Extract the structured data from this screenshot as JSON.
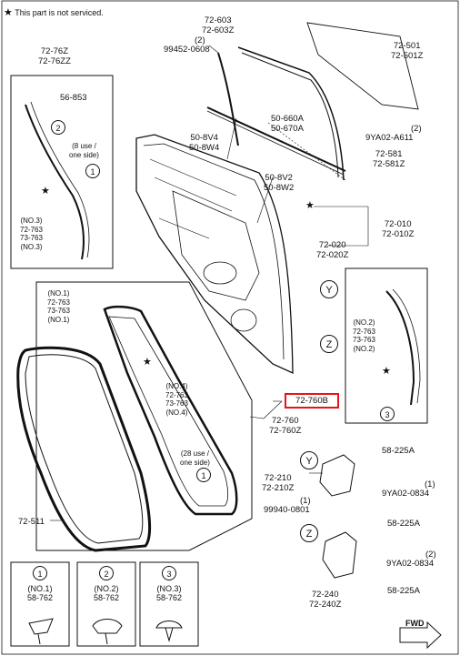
{
  "note": {
    "star": "★",
    "text": "This part is not serviced."
  },
  "top_right": {
    "l72_603": "72-603",
    "l72_603z": "72-603Z",
    "q2a": "(2)",
    "l99452": "99452-0608",
    "l72_501": "72-501",
    "l72_501z": "72-501Z",
    "l50_660a": "50-660A",
    "l50_670a": "50-670A",
    "q2b": "(2)",
    "l9ya02_a611": "9YA02-A611",
    "l72_581": "72-581",
    "l72_581z": "72-581Z",
    "l50_8v4": "50-8V4",
    "l50_8w4": "50-8W4",
    "l50_8v2": "50-8V2",
    "l50_8w2": "50-8W2",
    "l72_010": "72-010",
    "l72_010z": "72-010Z",
    "l72_020": "72-020",
    "l72_020z": "72-020Z"
  },
  "left_box": {
    "l72_76z": "72-76Z",
    "l72_76zz": "72-76ZZ",
    "l56_853": "56-853",
    "use8": "(8 use /",
    "oneside": "one side)",
    "no3a": "(NO.3)",
    "l72_763": "72-763",
    "l73_763": "73-763",
    "no3b": "(NO.3)"
  },
  "mid_box": {
    "no1a": "(NO.1)",
    "l72_763": "72-763",
    "l73_763": "73-763",
    "no1b": "(NO.1)",
    "no4a": "(NO.4)",
    "l72_763b": "72-763",
    "l73_763b": "73-763",
    "no4b": "(NO.4)",
    "use28": "(28 use /",
    "oneside": "one side)"
  },
  "right_small": {
    "no2a": "(NO.2)",
    "l72_763": "72-763",
    "l73_763": "73-763",
    "no2b": "(NO.2)"
  },
  "callout_label": "72-760B",
  "l72_760": "72-760",
  "l72_760z": "72-760Z",
  "l72_511": "72-511",
  "hinge": {
    "l58_225a_1": "58-225A",
    "l72_210": "72-210",
    "l72_210z": "72-210Z",
    "q1a": "(1)",
    "l9ya02_0834a": "9YA02-0834",
    "q1b": "(1)",
    "l99940": "99940-0801",
    "l58_225a_2": "58-225A",
    "q2": "(2)",
    "l9ya02_0834b": "9YA02-0834",
    "l58_225a_3": "58-225A",
    "l72_240": "72-240",
    "l72_240z": "72-240Z"
  },
  "circle_refs": {
    "y": "Y",
    "z": "Z",
    "one": "1",
    "two": "2",
    "three": "3"
  },
  "parts_legend": [
    {
      "num": "1",
      "no": "(NO.1)",
      "part": "58-762"
    },
    {
      "num": "2",
      "no": "(NO.2)",
      "part": "58-762"
    },
    {
      "num": "3",
      "no": "(NO.3)",
      "part": "58-762"
    }
  ],
  "fwd": "FWD"
}
